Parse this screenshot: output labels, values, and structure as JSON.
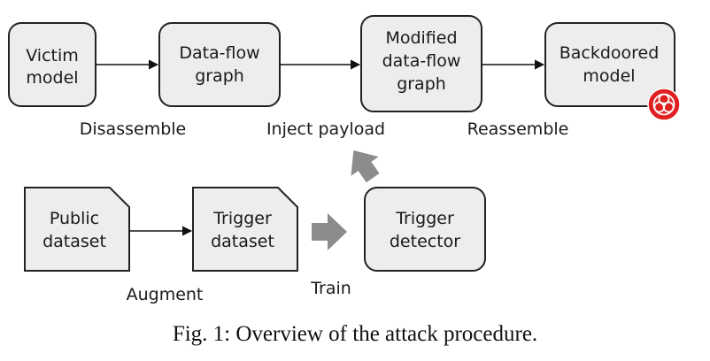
{
  "diagram": {
    "nodes": {
      "victim": {
        "lines": [
          "Victim",
          "model"
        ]
      },
      "dfg": {
        "lines": [
          "Data-flow",
          "graph"
        ]
      },
      "modified": {
        "lines": [
          "Modified",
          "data-flow",
          "graph"
        ]
      },
      "backdoored": {
        "lines": [
          "Backdoored",
          "model"
        ]
      },
      "public": {
        "lines": [
          "Public",
          "dataset"
        ]
      },
      "trigger_ds": {
        "lines": [
          "Trigger",
          "dataset"
        ]
      },
      "detector": {
        "lines": [
          "Trigger",
          "detector"
        ]
      }
    },
    "steps": {
      "disassemble": "Disassemble",
      "inject": "Inject payload",
      "reassemble": "Reassemble",
      "augment": "Augment",
      "train": "Train"
    },
    "badge_icon": "biohazard-icon",
    "colors": {
      "box_fill": "#ededed",
      "box_stroke": "#222222",
      "block_arrow": "#8c8c8c",
      "badge": "#e02020"
    }
  },
  "caption": "Fig. 1: Overview of the attack procedure."
}
